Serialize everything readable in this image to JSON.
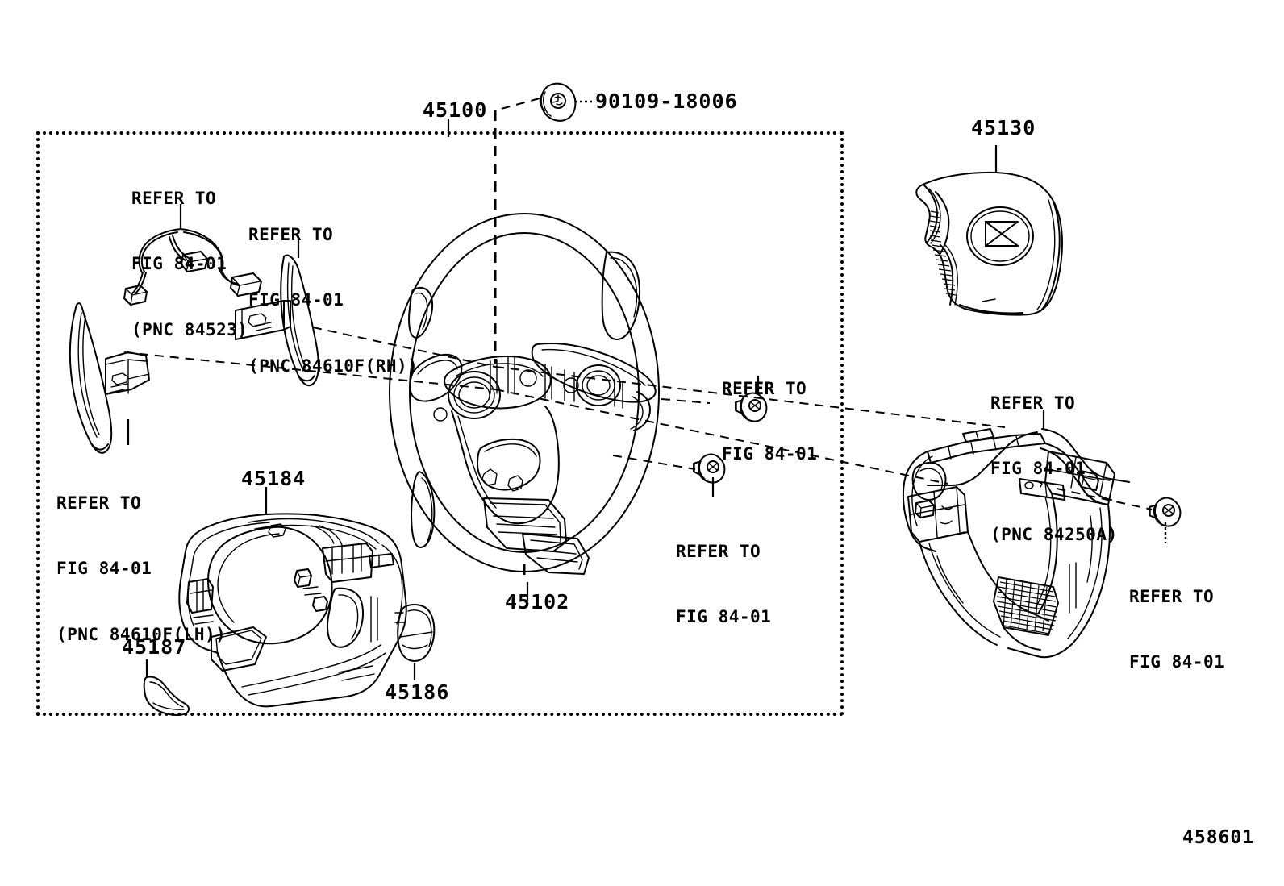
{
  "diagram": {
    "figure_number": "458601",
    "part_numbers": {
      "wheel_assembly": "45100",
      "wheel_body": "45102",
      "airbag_pad": "45130",
      "lower_cover": "45184",
      "small_cap": "45186",
      "small_trim": "45187",
      "screw": "90109-18006"
    },
    "labels": [
      {
        "id": "label-45100",
        "name": "wheel-assembly-number",
        "text": "45100",
        "type": "part-number"
      },
      {
        "id": "label-90109",
        "name": "screw-number",
        "text": "90109-18006",
        "type": "part-number"
      },
      {
        "id": "label-45130",
        "name": "airbag-pad-number",
        "text": "45130",
        "type": "part-number"
      },
      {
        "id": "label-45102",
        "name": "wheel-body-number",
        "text": "45102",
        "type": "part-number"
      },
      {
        "id": "label-45184",
        "name": "lower-cover-number",
        "text": "45184",
        "type": "part-number"
      },
      {
        "id": "label-45186",
        "name": "small-cap-number",
        "text": "45186",
        "type": "part-number"
      },
      {
        "id": "label-45187",
        "name": "small-trim-number",
        "text": "45187",
        "type": "part-number"
      }
    ],
    "refer_notes": [
      {
        "id": "refer-84523",
        "name": "refer-note-spiral-cable",
        "line1": "REFER TO",
        "line2": "FIG 84-01",
        "line3": "(PNC 84523)"
      },
      {
        "id": "refer-84610f-rh",
        "name": "refer-note-paddle-rh",
        "line1": "REFER TO",
        "line2": "FIG 84-01",
        "line3": "(PNC 84610F(RH))"
      },
      {
        "id": "refer-84610f-lh",
        "name": "refer-note-paddle-lh",
        "line1": "REFER TO",
        "line2": "FIG 84-01",
        "line3": "(PNC 84610F(LH))"
      },
      {
        "id": "refer-upper-screw",
        "name": "refer-note-upper-screw",
        "line1": "REFER TO",
        "line2": "FIG 84-01",
        "line3": ""
      },
      {
        "id": "refer-lower-screw",
        "name": "refer-note-lower-screw",
        "line1": "REFER TO",
        "line2": "FIG 84-01",
        "line3": ""
      },
      {
        "id": "refer-84250a",
        "name": "refer-note-switch-assy",
        "line1": "REFER TO",
        "line2": "FIG 84-01",
        "line3": "(PNC 84250A)"
      },
      {
        "id": "refer-right-screw",
        "name": "refer-note-right-screw",
        "line1": "REFER TO",
        "line2": "FIG 84-01",
        "line3": ""
      }
    ],
    "colors": {
      "ink": "#000000",
      "paper": "#ffffff"
    }
  }
}
